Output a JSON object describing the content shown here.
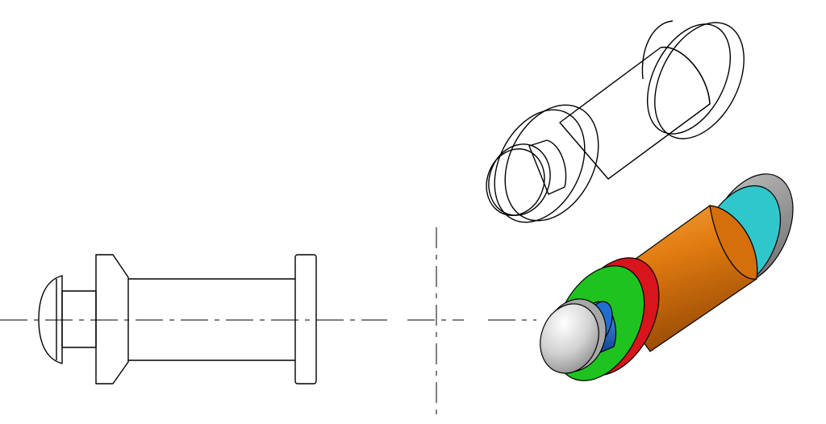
{
  "drawing": {
    "views": [
      "side-view",
      "isometric-wireframe",
      "isometric-shaded"
    ]
  },
  "colors": {
    "outline": "#000000",
    "head": "#c8c8c8",
    "neck": "#1f6fd1",
    "collar_face": "#1fc31f",
    "collar_rim": "#d8141c",
    "shaft": "#e07a10",
    "flange_face": "#2fc7cc",
    "flange_rim": "#909090"
  }
}
